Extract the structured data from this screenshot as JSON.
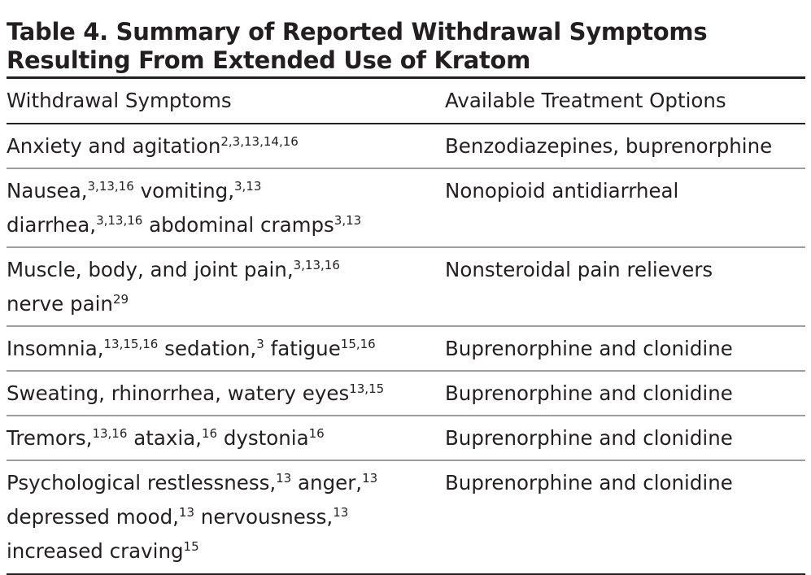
{
  "title_lines": [
    "Table 4. Summary of Reported Withdrawal Symptoms",
    "Resulting From Extended Use of Kratom"
  ],
  "headers": [
    "Withdrawal Symptoms",
    "Available Treatment Options"
  ],
  "rows": [
    {
      "symptoms": [
        [
          {
            "t": "Anxiety and agitation"
          },
          {
            "s": "2,3,13,14,16"
          }
        ]
      ],
      "treatment": "Benzodiazepines, buprenorphine"
    },
    {
      "symptoms": [
        [
          {
            "t": "Nausea,"
          },
          {
            "s": "3,13,16"
          },
          {
            "t": " vomiting,"
          },
          {
            "s": "3,13"
          }
        ],
        [
          {
            "t": "diarrhea,"
          },
          {
            "s": "3,13,16"
          },
          {
            "t": " abdominal cramps"
          },
          {
            "s": "3,13"
          }
        ]
      ],
      "treatment": "Nonopioid antidiarrheal"
    },
    {
      "symptoms": [
        [
          {
            "t": "Muscle, body, and joint pain,"
          },
          {
            "s": "3,13,16"
          }
        ],
        [
          {
            "t": "nerve pain"
          },
          {
            "s": "29"
          }
        ]
      ],
      "treatment": "Nonsteroidal pain relievers"
    },
    {
      "symptoms": [
        [
          {
            "t": "Insomnia,"
          },
          {
            "s": "13,15,16"
          },
          {
            "t": " sedation,"
          },
          {
            "s": "3"
          },
          {
            "t": " fatigue"
          },
          {
            "s": "15,16"
          }
        ]
      ],
      "treatment": "Buprenorphine and clonidine"
    },
    {
      "symptoms": [
        [
          {
            "t": "Sweating, rhinorrhea, watery eyes"
          },
          {
            "s": "13,15"
          }
        ]
      ],
      "treatment": "Buprenorphine and clonidine"
    },
    {
      "symptoms": [
        [
          {
            "t": "Tremors,"
          },
          {
            "s": "13,16"
          },
          {
            "t": " ataxia,"
          },
          {
            "s": "16"
          },
          {
            "t": " dystonia"
          },
          {
            "s": "16"
          }
        ]
      ],
      "treatment": "Buprenorphine and clonidine"
    },
    {
      "symptoms": [
        [
          {
            "t": "Psychological restlessness,"
          },
          {
            "s": "13"
          },
          {
            "t": " anger,"
          },
          {
            "s": "13"
          }
        ],
        [
          {
            "t": "depressed mood,"
          },
          {
            "s": "13"
          },
          {
            "t": " nervousness,"
          },
          {
            "s": "13"
          }
        ],
        [
          {
            "t": "increased craving"
          },
          {
            "s": "15"
          }
        ]
      ],
      "treatment": "Buprenorphine and clonidine"
    }
  ]
}
